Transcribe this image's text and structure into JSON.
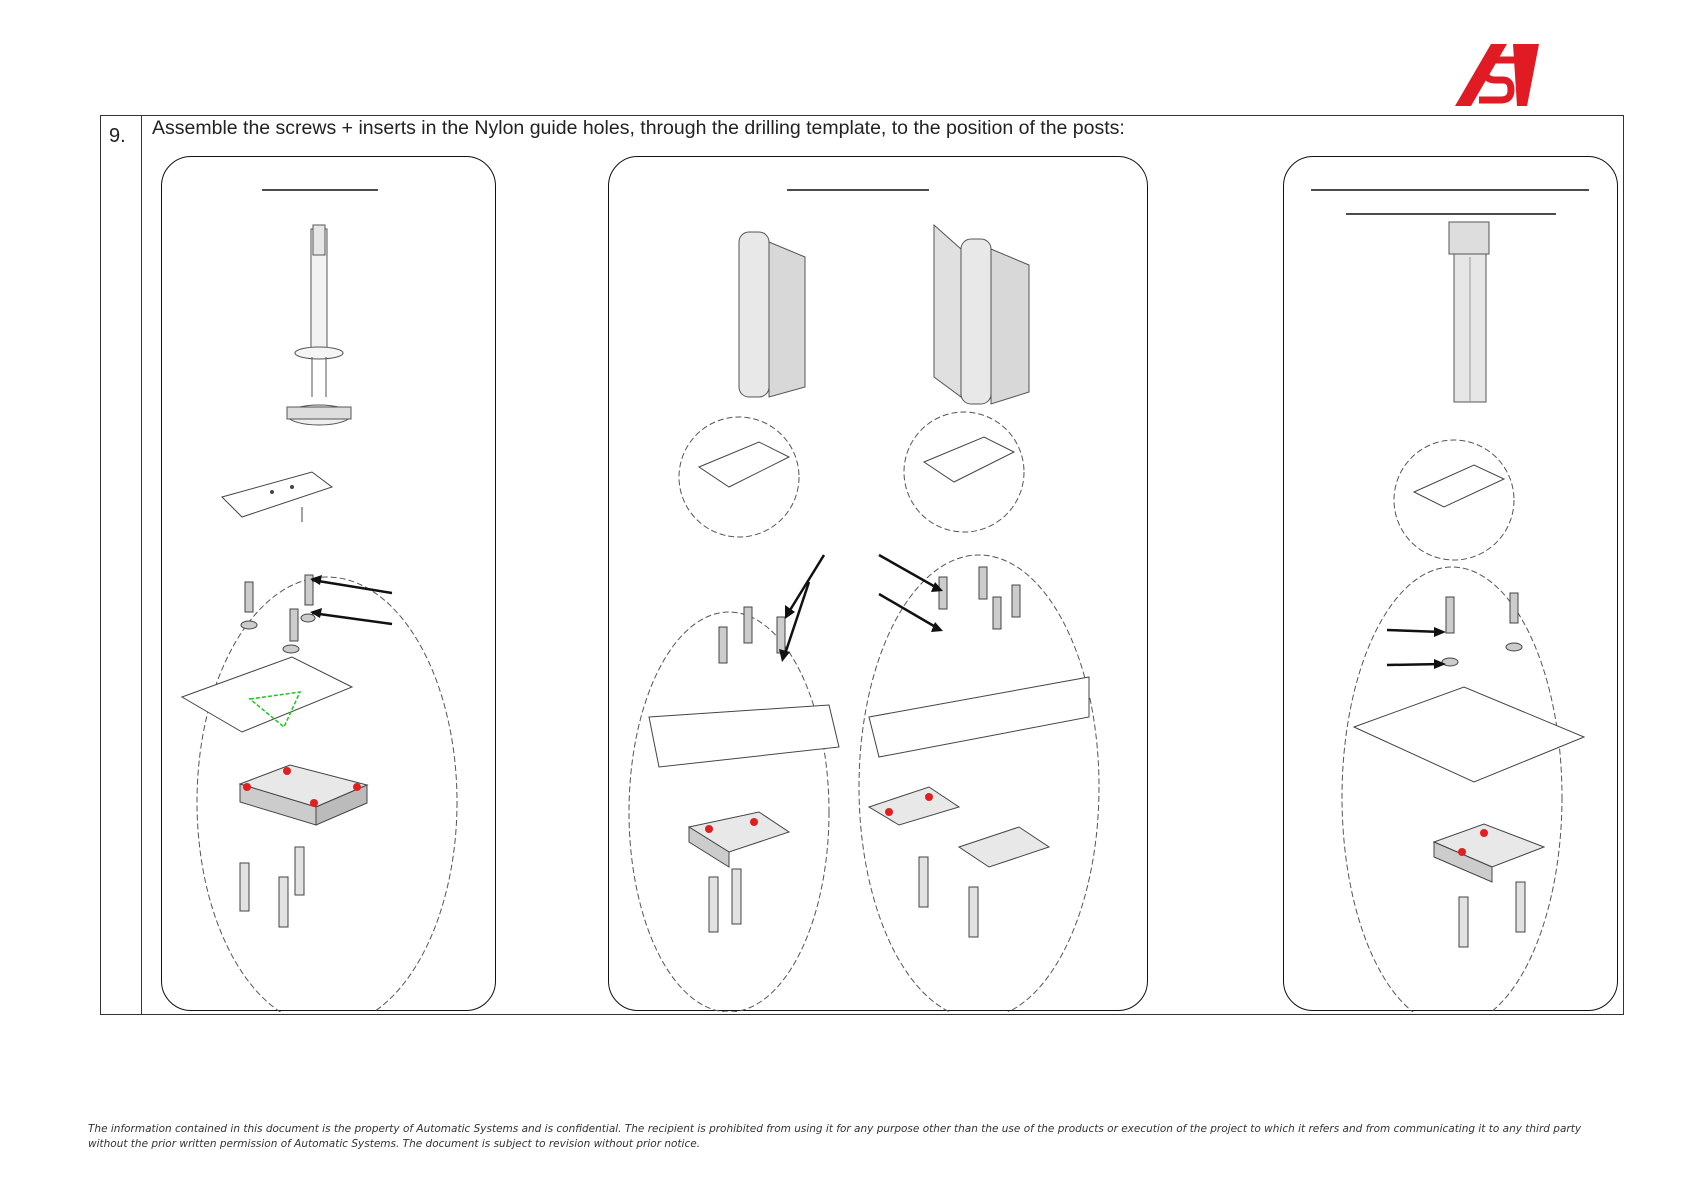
{
  "brand": {
    "logo_icon": "automatic-systems-logo-icon",
    "color": "#e01b24"
  },
  "step": {
    "number": "9.",
    "instruction": "Assemble the screws + inserts in the Nylon guide holes, through the drilling template, to the position of the posts:"
  },
  "panels": [
    {
      "id": "single-post",
      "post_icon": "round-post-icon"
    },
    {
      "id": "double-post",
      "post_icon": "hinged-wing-post-icon"
    },
    {
      "id": "column-post",
      "post_icon": "square-column-post-icon"
    }
  ],
  "colors": {
    "marker": "#e02020",
    "guide_line": "#1fc41f",
    "line": "#222222"
  },
  "footer": {
    "line1": "The information contained in this document is the property of Automatic Systems and is confidential. The recipient is prohibited from using it for any purpose other than the use of the products or execution of the project to which it refers and from communicating it to any third party",
    "line2": "without the prior written permission of Automatic Systems. The document is subject to revision without prior notice."
  }
}
